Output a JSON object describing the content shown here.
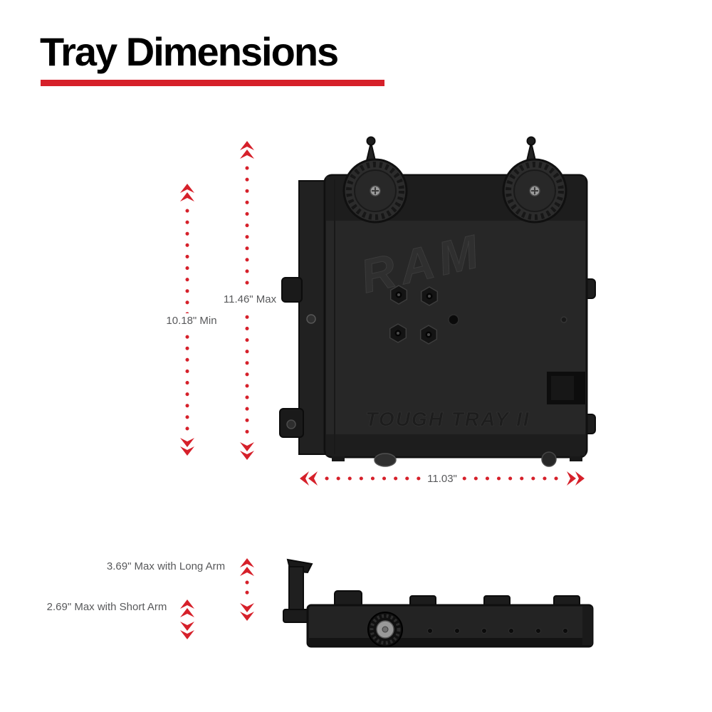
{
  "title": "Tray Dimensions",
  "colors": {
    "accent_red": "#D6202A",
    "label_gray": "#58595B",
    "tray_black": "#272727"
  },
  "top_view": {
    "brand_text": "RAM",
    "model_text": "TOUGH TRAY II"
  },
  "dimensions": {
    "height_min": {
      "label": "10.18\" Min"
    },
    "height_max": {
      "label": "11.46\" Max"
    },
    "width": {
      "label": "11.03\""
    },
    "depth_long": {
      "label": "3.69\" Max with Long Arm"
    },
    "depth_short": {
      "label": "2.69\" Max with Short Arm"
    }
  }
}
